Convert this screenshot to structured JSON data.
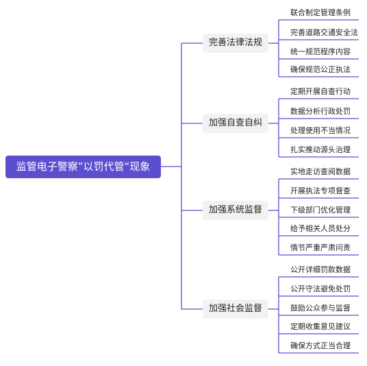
{
  "root": {
    "label": "监管电子警察”以罚代管“现象"
  },
  "branches": [
    {
      "label": "完善法律法规",
      "items": [
        "联合制定管理条例",
        "完善道路交通安全法",
        "统一规范程序内容",
        "确保规范公正执法"
      ]
    },
    {
      "label": "加强自查自纠",
      "items": [
        "定期开展自查行动",
        "数据分析行政处罚",
        "处理使用不当情况",
        "扎实推动源头治理"
      ]
    },
    {
      "label": "加强系统监督",
      "items": [
        "实地走访查阅数据",
        "开展执法专项督查",
        "下级部门优化管理",
        "给予相关人员处分",
        "情节严重严肃问责"
      ]
    },
    {
      "label": "加强社会监督",
      "items": [
        "公开详细罚款数据",
        "公开守法避免处罚",
        "鼓励公众参与监督",
        "定期收集意见建议",
        "确保方式正当合理"
      ]
    }
  ],
  "colors": {
    "accent": "#5b4fcf",
    "branch_bg": "#f2f2f2",
    "text": "#222222"
  }
}
